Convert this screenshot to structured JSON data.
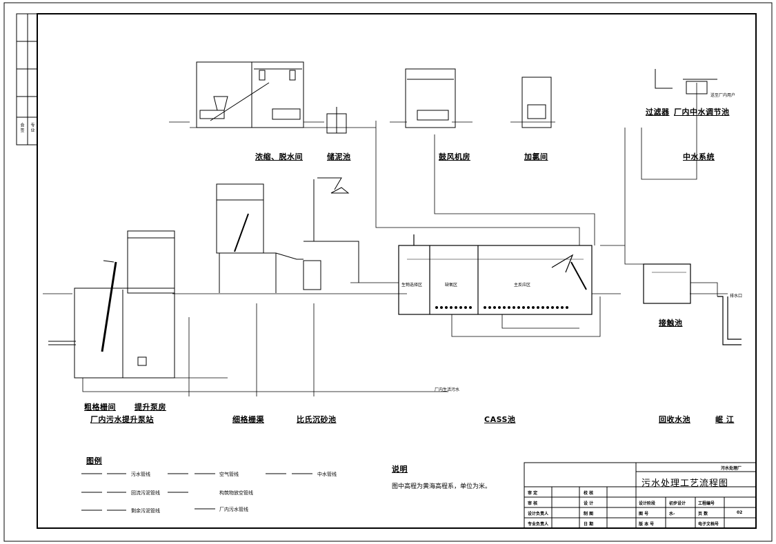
{
  "stations": {
    "thickening": "浓缩、脱水间",
    "sludge_storage": "储泥池",
    "blower": "鼓风机房",
    "chlorination": "加氯间",
    "reclaimed_system": "中水系统",
    "filter": "过滤器",
    "reclaimed_tank": "厂内中水调节池",
    "coarse_screen": "粗格栅间",
    "lift_pump_room": "提升泵房",
    "lift_station": "厂内污水提升泵站",
    "fine_screen": "细格栅渠",
    "grit_chamber": "比氏沉砂池",
    "cass": "CASS池",
    "contact_tank": "接触池",
    "recycle_tank": "回收水池",
    "river": "岷 江"
  },
  "zones": {
    "bio_selector": "生物选择区",
    "anoxic": "缺氧区",
    "main_reaction": "主反应区"
  },
  "small_labels": {
    "plant_sewage": "厂内生活污水",
    "to_users": "送至厂内用户",
    "outfall": "排水口"
  },
  "legend": {
    "title": "图例",
    "items": [
      "污水管线",
      "空气管线",
      "中水管线",
      "回流污泥管线",
      "构筑物放空管线",
      "剩余污泥管线",
      "厂内污水管线"
    ]
  },
  "notes": {
    "title": "说明",
    "text": "图中高程为黄海高程系，单位为米。"
  },
  "title_block": {
    "plant": "污水处理厂",
    "drawing_title": "污水处理工艺流程图",
    "rows": [
      [
        "审 定",
        "",
        "校 核",
        ""
      ],
      [
        "审 核",
        "",
        "设 计",
        ""
      ],
      [
        "设计负责人",
        "",
        "制 图",
        ""
      ],
      [
        "专业负责人",
        "",
        "日 期",
        ""
      ]
    ],
    "right_rows": [
      [
        "设计阶段",
        "初步设计",
        "工程编号",
        ""
      ],
      [
        "图 号",
        "水-",
        "页 数",
        "02"
      ],
      [
        "版 本 号",
        "",
        "电子文档号",
        ""
      ]
    ]
  },
  "margin_labels": [
    "会 签",
    "专 业"
  ]
}
